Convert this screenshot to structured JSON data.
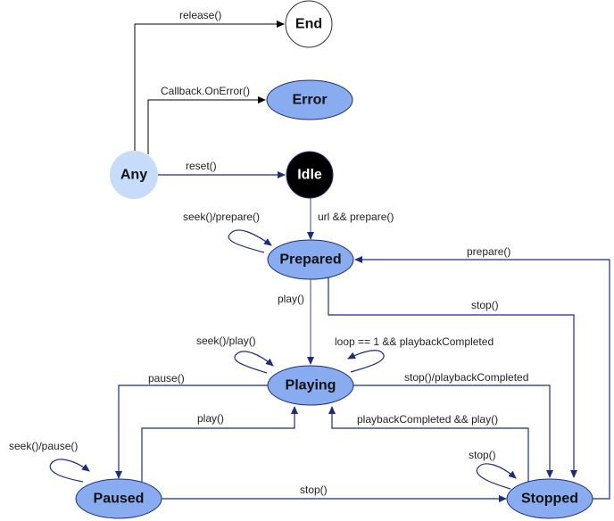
{
  "diagram": {
    "type": "state-machine",
    "colors": {
      "state_fill": "#89acf1",
      "any_fill": "#c7dbfb",
      "idle_fill": "#000000",
      "end_fill": "#ffffff",
      "edge": "#1f2d7a"
    },
    "states": {
      "end": "End",
      "error": "Error",
      "any": "Any",
      "idle": "Idle",
      "prepared": "Prepared",
      "playing": "Playing",
      "paused": "Paused",
      "stopped": "Stopped"
    },
    "transitions": {
      "any_end": "release()",
      "any_error": "Callback.OnError()",
      "any_idle": "reset()",
      "idle_prepared": "url && prepare()",
      "prepared_self": "seek()/prepare()",
      "prepared_playing": "play()",
      "prepared_stopped": "stop()",
      "stopped_prepared": "prepare()",
      "playing_self_seek": "seek()/play()",
      "playing_self_loop": "loop == 1 && playbackCompleted",
      "playing_paused": "pause()",
      "playing_stopped": "stop()/playbackCompleted",
      "paused_playing": "play()",
      "stopped_playing": "playbackCompleted && play()",
      "paused_self": "seek()/pause()",
      "paused_stopped": "stop()",
      "stopped_self": "stop()"
    }
  }
}
